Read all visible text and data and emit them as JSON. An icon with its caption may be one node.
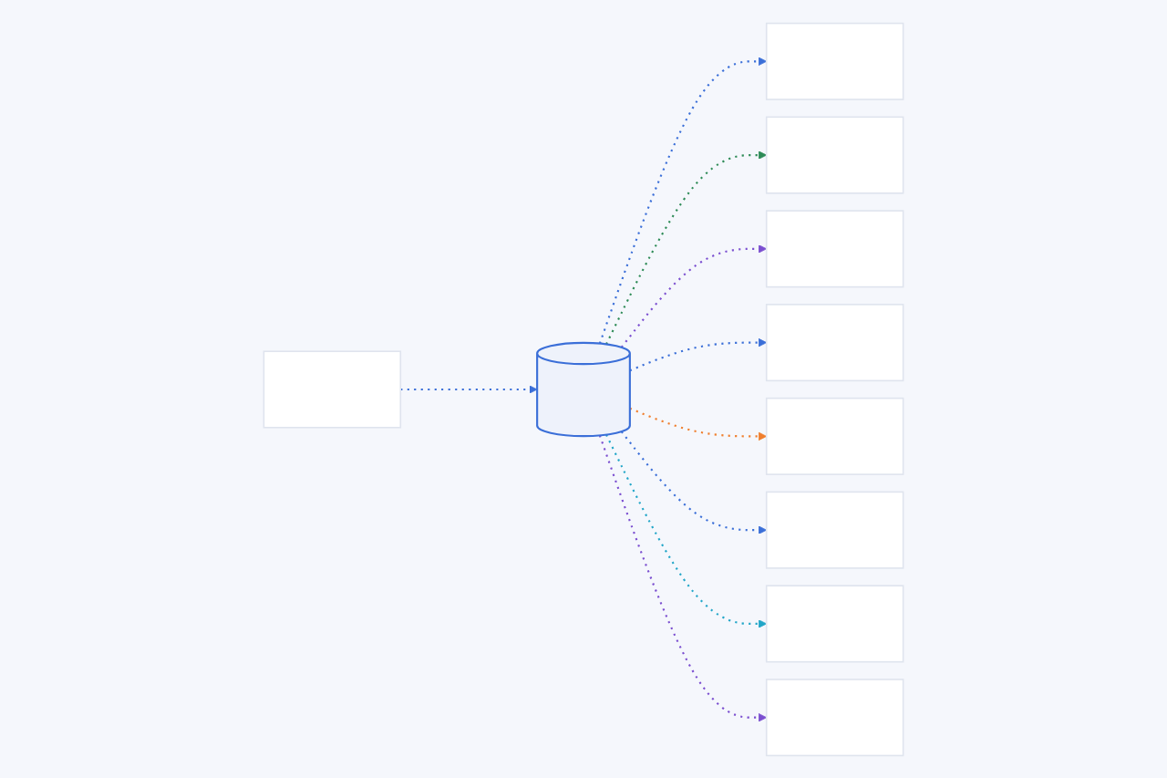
{
  "diagram": {
    "nodes": [
      {
        "text": [],
        "shape": "box"
      },
      {
        "text": [],
        "shape": "cylinder"
      },
      {
        "text": [],
        "shape": "box"
      },
      {
        "text": [],
        "shape": "box"
      },
      {
        "text": [],
        "shape": "box"
      },
      {
        "text": [],
        "shape": "box"
      },
      {
        "text": [],
        "shape": "box"
      },
      {
        "text": [],
        "shape": "box"
      },
      {
        "text": [],
        "shape": "box"
      },
      {
        "text": [],
        "shape": "box"
      }
    ],
    "edges": [
      {
        "from": 0,
        "to": 1,
        "arrow": "to",
        "style": "dashed"
      },
      {
        "from": 1,
        "to": 2,
        "arrow": "to",
        "style": "dashed"
      },
      {
        "from": 1,
        "to": 3,
        "arrow": "to",
        "style": "dashed",
        "color": "#2e8b57"
      },
      {
        "from": 1,
        "to": 4,
        "arrow": "to",
        "style": "dashed",
        "color": "#7b4fd0"
      },
      {
        "from": 1,
        "to": 5,
        "arrow": "to",
        "style": "dashed"
      },
      {
        "from": 1,
        "to": 6,
        "arrow": "to",
        "style": "dashed",
        "color": "#f07f2e"
      },
      {
        "from": 1,
        "to": 7,
        "arrow": "to",
        "style": "dashed"
      },
      {
        "from": 1,
        "to": 8,
        "arrow": "to",
        "style": "dashed",
        "color": "#22a6c8"
      },
      {
        "from": 1,
        "to": 9,
        "arrow": "to",
        "style": "dashed",
        "color": "#7b4fd0"
      }
    ]
  }
}
